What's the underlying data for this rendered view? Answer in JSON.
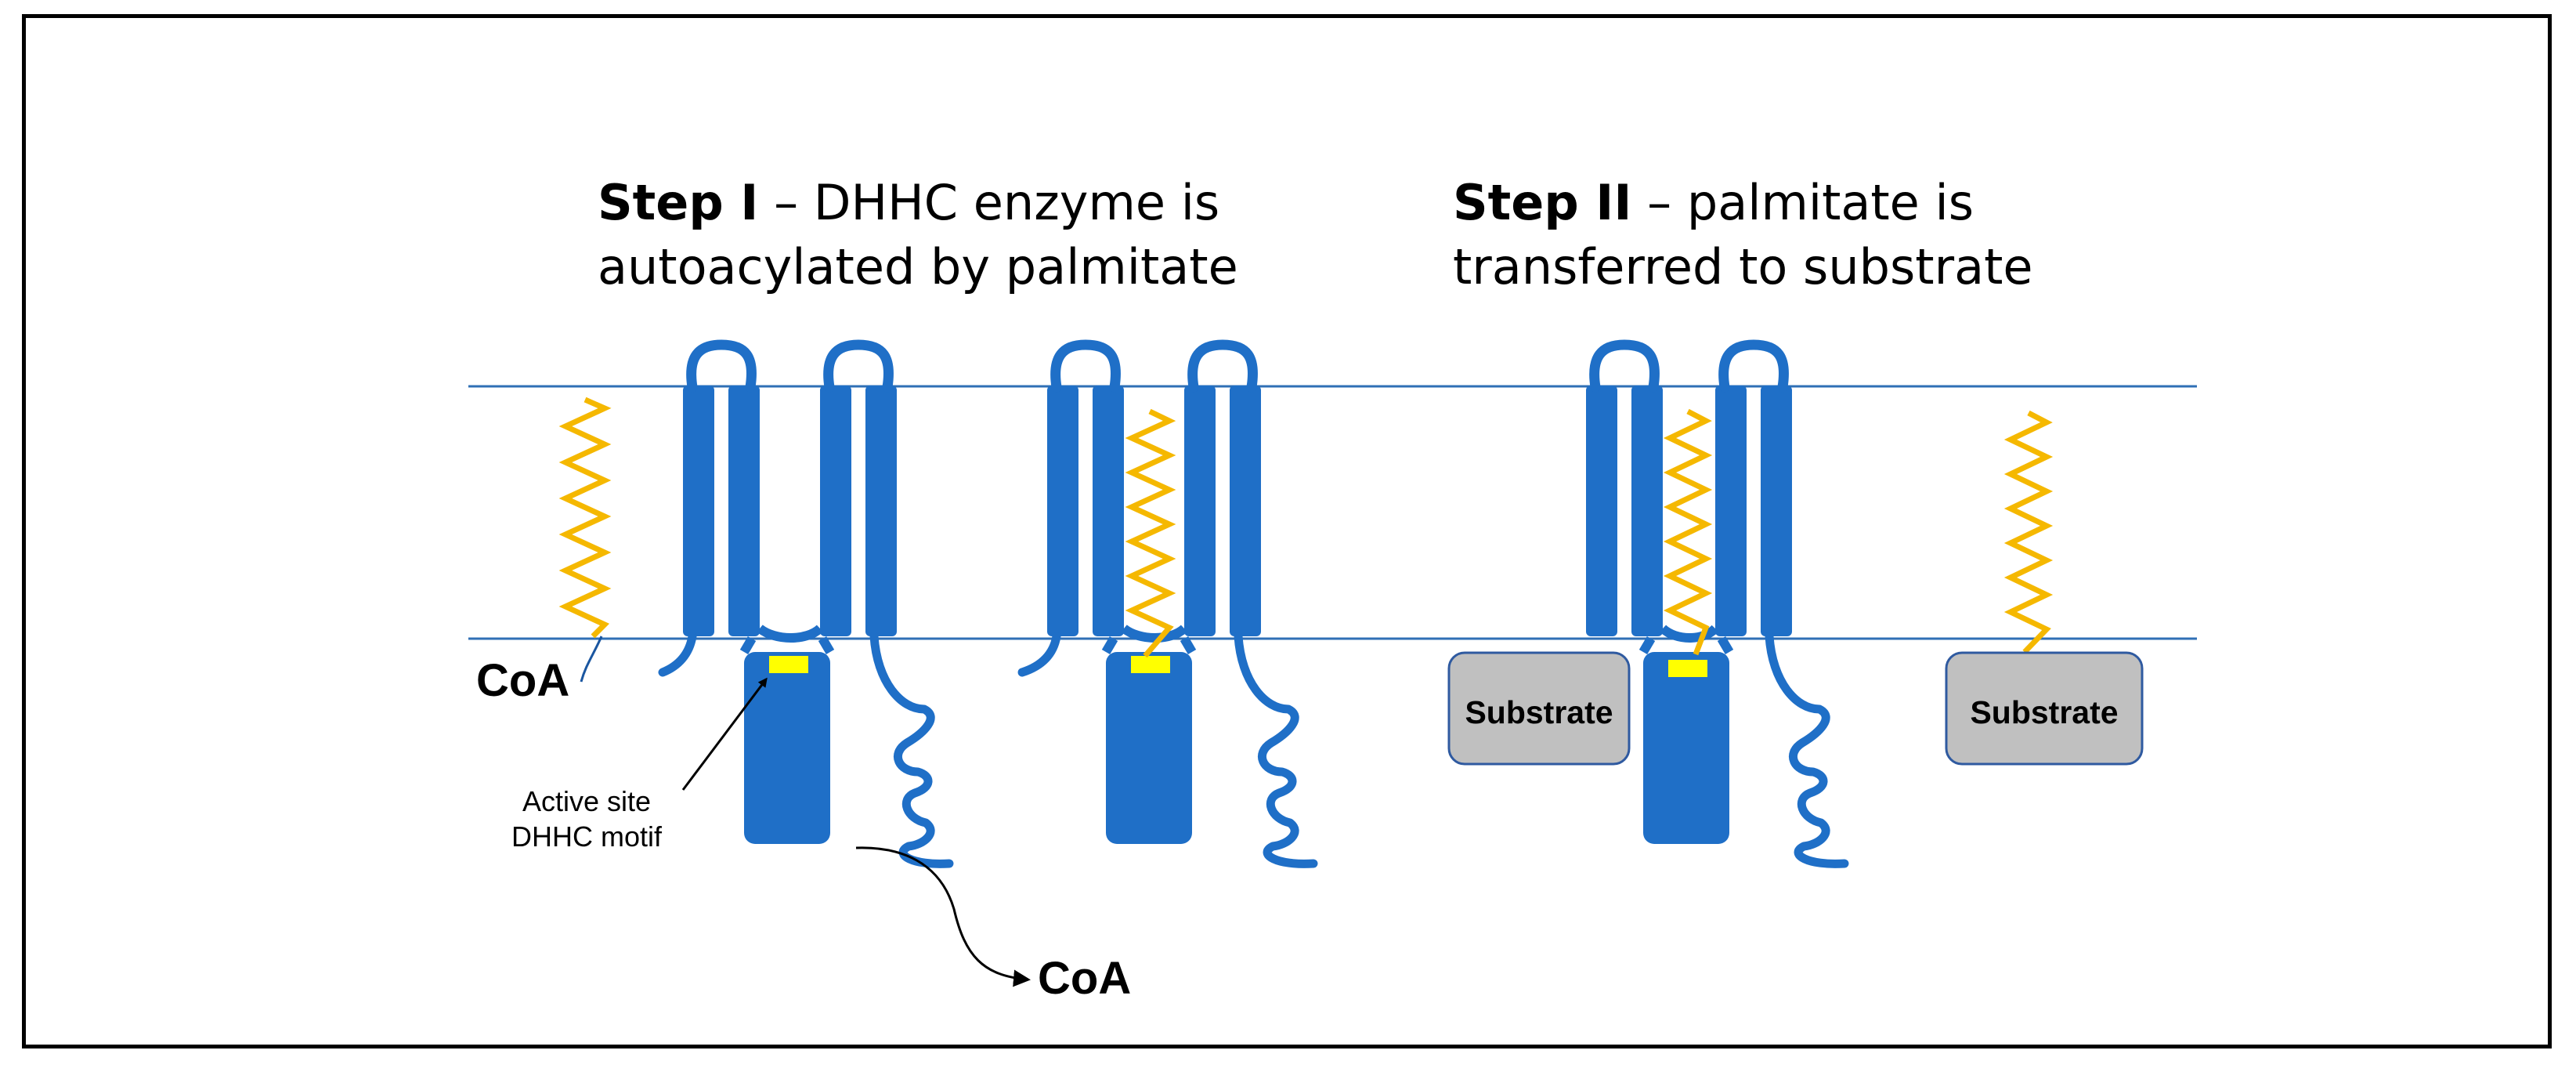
{
  "step1": {
    "label": "Step I",
    "dash": " – ",
    "line1": "DHHC enzyme is",
    "line2": "autoacylated by palmitate"
  },
  "step2": {
    "label": "Step II",
    "dash": " – ",
    "line1": "palmitate is",
    "line2": "transferred to substrate"
  },
  "labels": {
    "coa_left": "CoA",
    "coa_released": "CoA",
    "active_site_line1": "Active site",
    "active_site_line2": "DHHC motif",
    "substrate_a": "Substrate",
    "substrate_b": "Substrate"
  },
  "colors": {
    "membrane": "#2f6fb5",
    "enzyme": "#1f6fc7",
    "enzyme_dark": "#1a56a0",
    "palmitate": "#f5b800",
    "active_site": "#ffff00",
    "substrate_fill": "#c0c0c0",
    "substrate_stroke": "#2f5aa0"
  }
}
